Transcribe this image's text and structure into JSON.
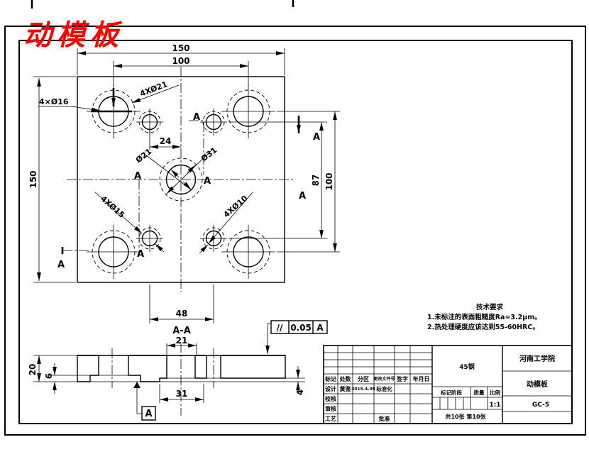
{
  "title": "动模板",
  "plan": {
    "d150_top": "150",
    "d100_top": "100",
    "d150_left": "150",
    "d24": "24",
    "d87": "87",
    "d100_right": "100",
    "d48": "48",
    "label_4x16": "4×Ø16",
    "label_4x21": "4XØ21",
    "label_4x15": "4XØ15",
    "label_4x10": "4XØ10",
    "label_d21": "Ø21",
    "label_d31": "Ø31",
    "A": "A"
  },
  "section": {
    "title": "A-A",
    "d21": "21",
    "d20": "20",
    "d6": "6",
    "d31": "31",
    "d4": "4",
    "datum": "A"
  },
  "tol": {
    "sym": "//",
    "val": "0.05",
    "datum": "A"
  },
  "tech": {
    "title": "技术要求",
    "line1": "1.未标注的表面粗糙度Ra=3.2μm。",
    "line2": "2.热处理硬度应该达到55-60HRC。"
  },
  "tb": {
    "material": "45钢",
    "school": "河南工学院",
    "part": "动模板",
    "no": "GC-5",
    "scale": "1:1",
    "sheets": "共10张 第10张",
    "h_biaoji": "标记",
    "h_chushu": "处数",
    "h_fenqu": "分区",
    "h_genggai": "更改文件号",
    "h_qianzi": "签字",
    "h_nianyueri": "年月日",
    "r_sheji": "设计",
    "name": "黄鉴",
    "date": "2015.4.08",
    "std": "标准化",
    "r_jiaohe": "校核",
    "r_shenhe": "审核",
    "r_gongyi": "工艺",
    "pizhun": "批准",
    "stage": "标记阶段",
    "weight": "质量",
    "scale_label": "比例"
  }
}
